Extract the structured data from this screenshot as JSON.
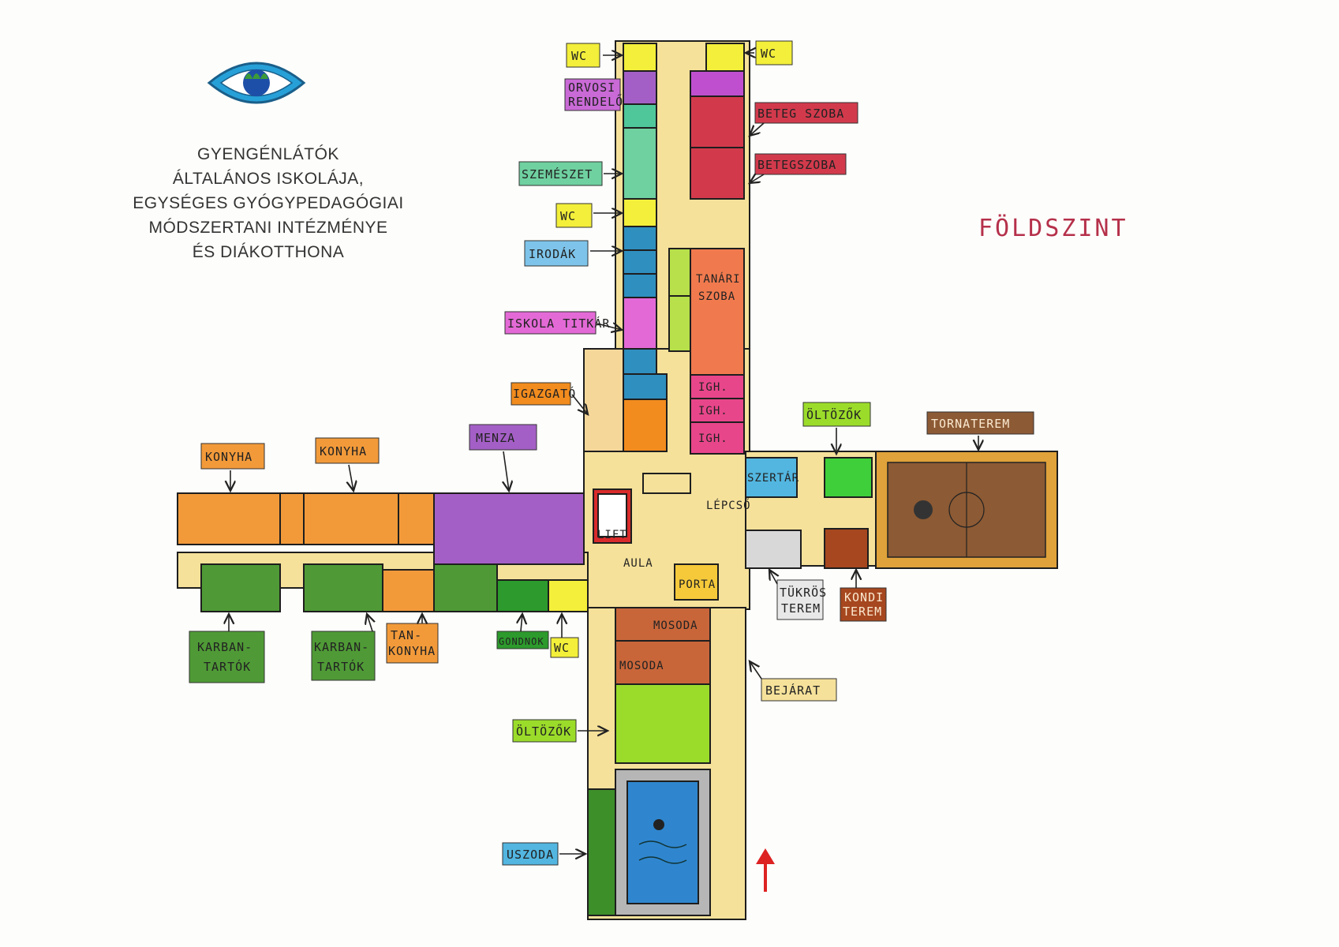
{
  "title_lines": [
    "GYENGÉNLÁTÓK",
    "ÁLTALÁNOS ISKOLÁJA,",
    "EGYSÉGES GYÓGYPEDAGÓGIAI",
    "MÓDSZERTANI INTÉZMÉNYE",
    "ÉS DIÁKOTTHONA"
  ],
  "floor_label": "FÖLDSZINT",
  "logo_icon": "eye-logo-icon",
  "colors": {
    "corridor": "#f5e19a",
    "wc": "#f3ef3a",
    "kitchen": "#f29a3a",
    "canteen": "#a45fc6",
    "maintenance": "#4f9a36",
    "pool": "#2f86cf",
    "gym": "#8c5a34",
    "sick_room": "#d23a4c",
    "staff_room": "#f07a4e",
    "deputy": "#e8468a",
    "offices": "#2f8fbf",
    "laundry": "#c8663a",
    "changing": "#9bdc2a",
    "floor_title": "#b5304a"
  },
  "labels": {
    "wc_left": "WC",
    "wc_right": "WC",
    "orvosi_1": "ORVOSI",
    "orvosi_2": "RENDELŐ",
    "beteg1": "BETEG SZOBA",
    "beteg2": "BETEGSZOBA",
    "szemeszet": "SZEMÉSZET",
    "wc_mid": "WC",
    "irodak": "IRODÁK",
    "titkar": "ISKOLA TITKÁR",
    "tanari_1": "TANÁRI",
    "tanari_2": "SZOBA",
    "igazgato": "IGAZGATÓ",
    "igh1": "IGH.",
    "igh2": "IGH.",
    "igh3": "IGH.",
    "oltozok_top": "ÖLTÖZŐK",
    "tornaterem": "TORNATEREM",
    "konyha1": "KONYHA",
    "konyha2": "KONYHA",
    "menza": "MENZA",
    "lift": "LIFT",
    "lepcso": "LÉPCSŐ",
    "szertar": "SZERTÁR",
    "aula": "AULA",
    "porta": "PORTA",
    "tukros_1": "TÜKRÖS",
    "tukros_2": "TEREM",
    "kondi_1": "KONDI",
    "kondi_2": "TEREM",
    "karban1_1": "KARBAN-",
    "karban1_2": "TARTÓK",
    "karban2_1": "KARBAN-",
    "karban2_2": "TARTÓK",
    "tankonyha_1": "TAN-",
    "tankonyha_2": "KONYHA",
    "gondnok": "GONDNOK",
    "wc_bottom": "WC",
    "mosoda1": "MOSODA",
    "mosoda2": "MOSODA",
    "bejarat": "BEJÁRAT",
    "oltozok_bottom": "ÖLTÖZŐK",
    "uszoda": "USZODA"
  }
}
